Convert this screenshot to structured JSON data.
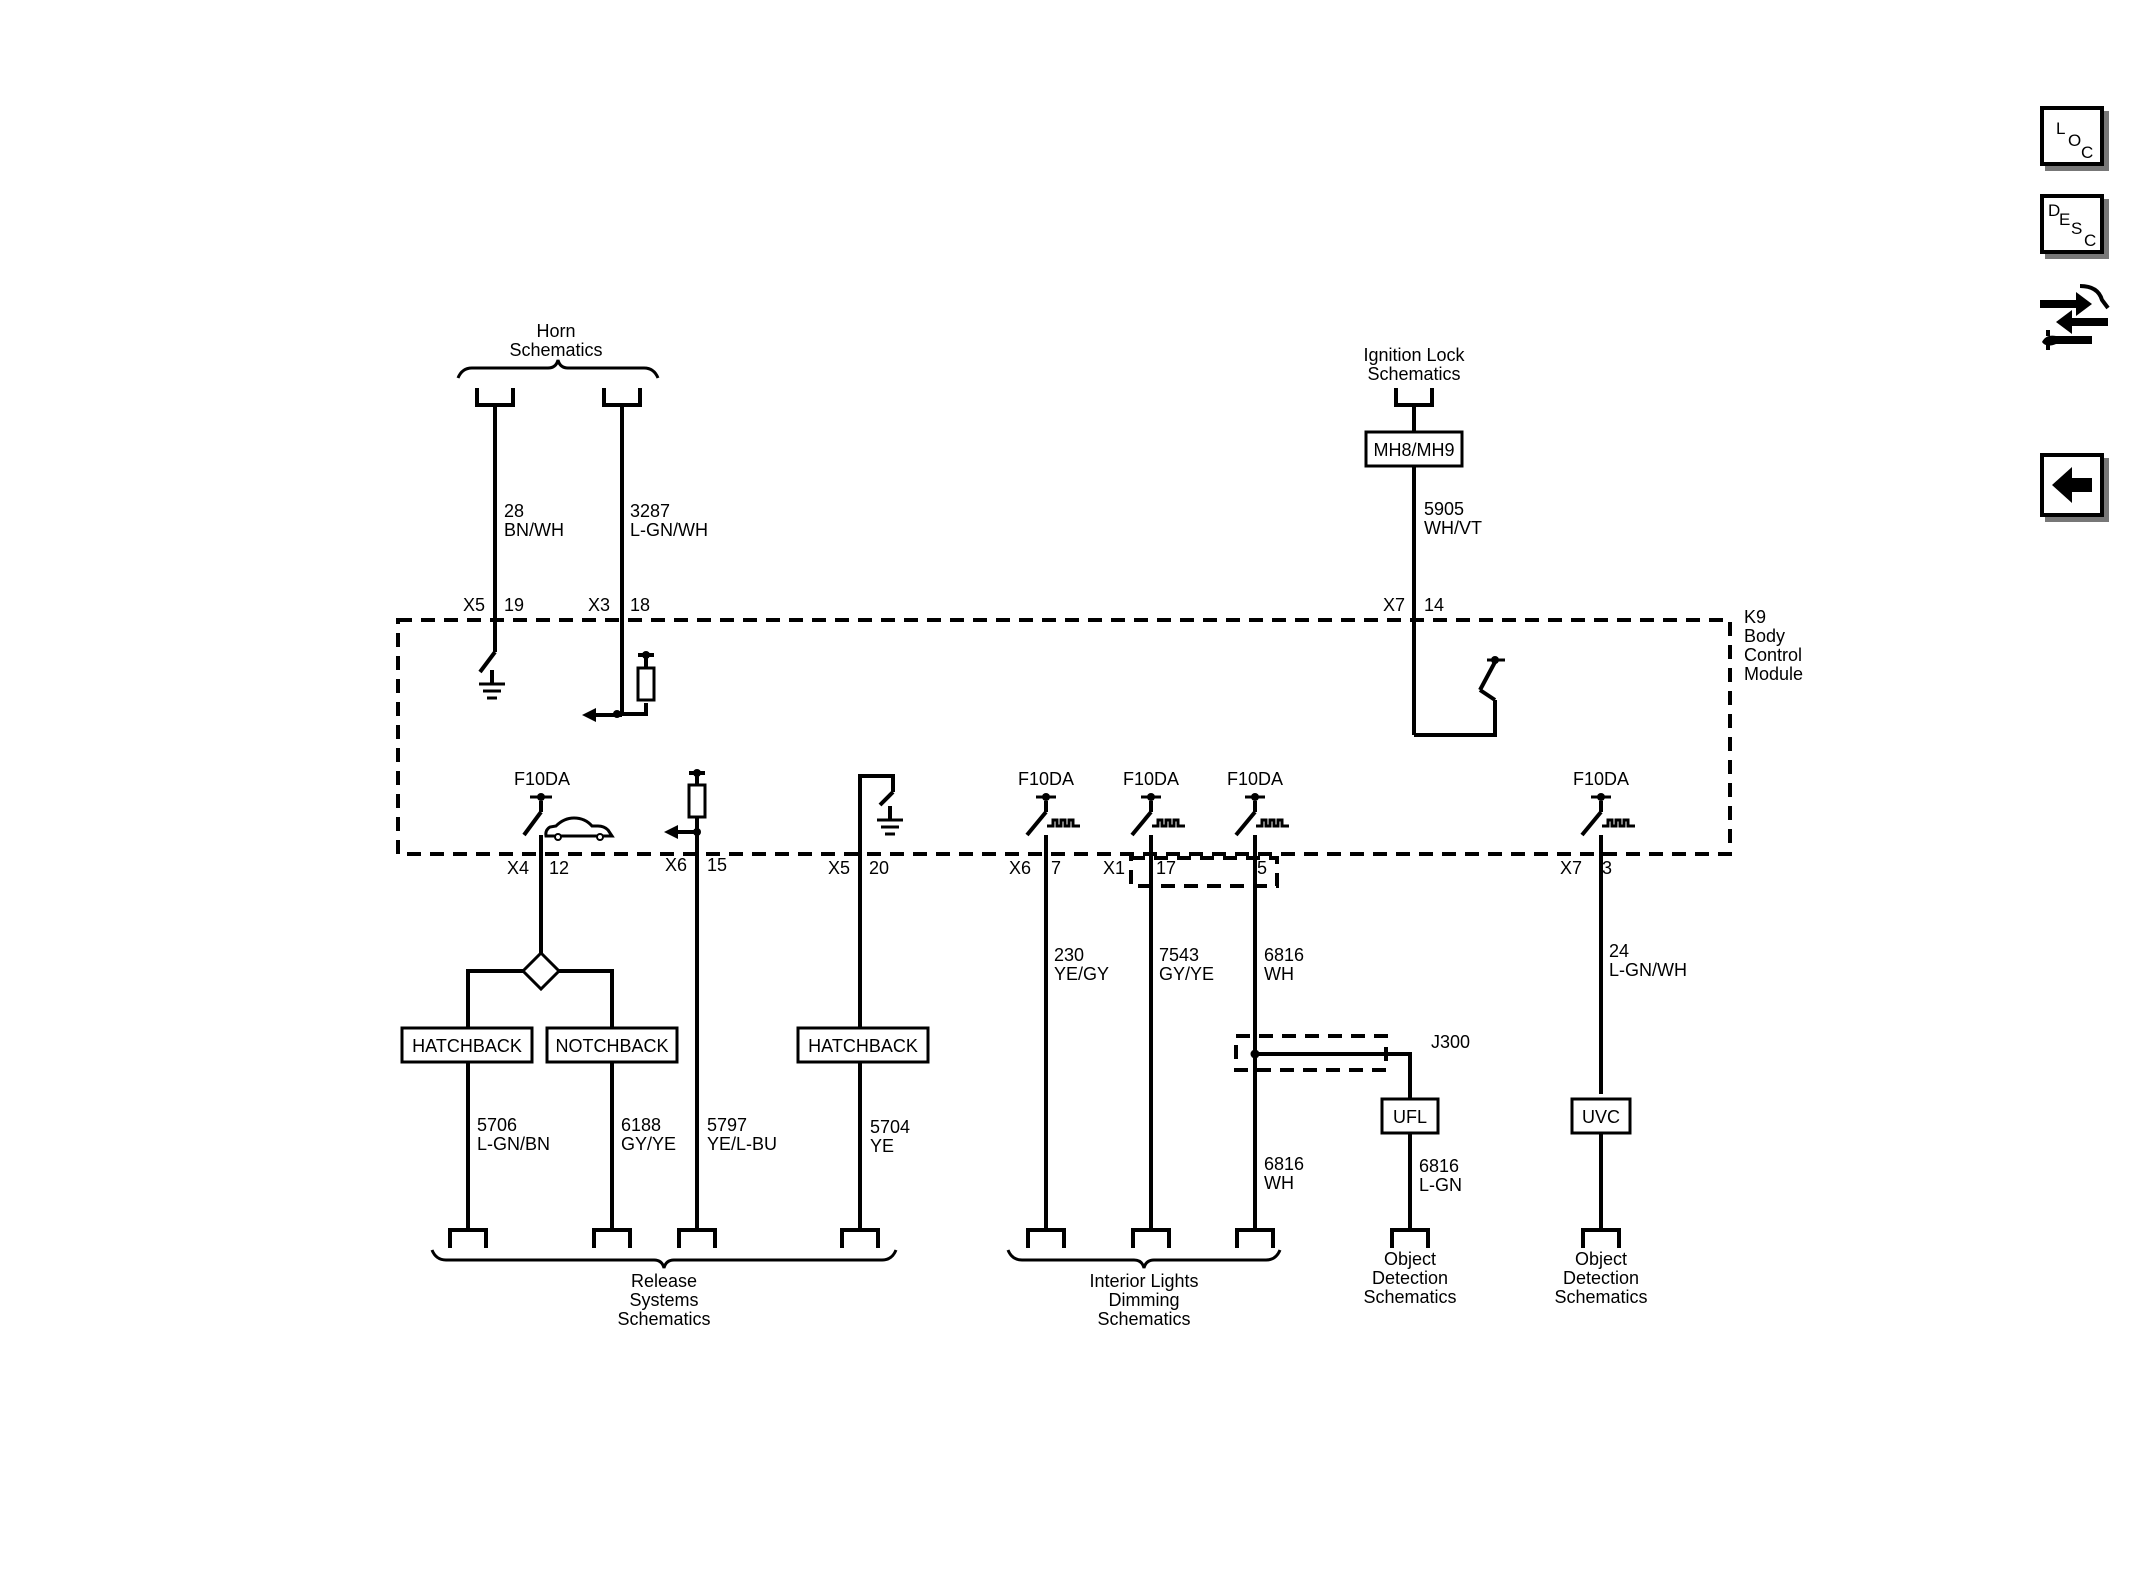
{
  "title_labels": {
    "horn": [
      "Horn",
      "Schematics"
    ],
    "ignition": [
      "Ignition Lock",
      "Schematics"
    ],
    "release": [
      "Release",
      "Systems",
      "Schematics"
    ],
    "interior": [
      "Interior Lights",
      "Dimming",
      "Schematics"
    ],
    "object1": [
      "Object",
      "Detection",
      "Schematics"
    ],
    "object2": [
      "Object",
      "Detection",
      "Schematics"
    ]
  },
  "module": {
    "ref": "K9",
    "name": [
      "Body",
      "Control",
      "Module"
    ]
  },
  "connectors": {
    "x5_19": [
      "X5",
      "19"
    ],
    "x3_18": [
      "X3",
      "18"
    ],
    "x7_14": [
      "X7",
      "14"
    ],
    "x4_12": [
      "X4",
      "12"
    ],
    "x6_15": [
      "X6",
      "15"
    ],
    "x5_20": [
      "X5",
      "20"
    ],
    "x6_7": [
      "X6",
      "7"
    ],
    "x1_17": [
      "X1",
      "17"
    ],
    "pin5": "5",
    "x7_3": [
      "X7",
      "3"
    ]
  },
  "drivers": {
    "label": "F10DA"
  },
  "wires": {
    "w28": [
      "28",
      "BN/WH"
    ],
    "w3287": [
      "3287",
      "L-GN/WH"
    ],
    "w5905": [
      "5905",
      "WH/VT"
    ],
    "w230": [
      "230",
      "YE/GY"
    ],
    "w7543": [
      "7543",
      "GY/YE"
    ],
    "w6816a": [
      "6816",
      "WH"
    ],
    "w24": [
      "24",
      "L-GN/WH"
    ],
    "w5706": [
      "5706",
      "L-GN/BN"
    ],
    "w6188": [
      "6188",
      "GY/YE"
    ],
    "w5797": [
      "5797",
      "YE/L-BU"
    ],
    "w5704": [
      "5704",
      "YE"
    ],
    "w6816b": [
      "6816",
      "WH"
    ],
    "w6816c": [
      "6816",
      "L-GN"
    ]
  },
  "option_boxes": {
    "mh8": "MH8/MH9",
    "hatch1": "HATCHBACK",
    "notch": "NOTCHBACK",
    "hatch2": "HATCHBACK",
    "ufl": "UFL",
    "uvc": "UVC"
  },
  "splice": "J300",
  "nav": {
    "loc": [
      "L",
      "O",
      "C"
    ],
    "desc": [
      "D",
      "E",
      "S",
      "C"
    ]
  },
  "icons": {
    "toolbar": [
      "loc-button",
      "desc-button",
      "connector-tool-icon",
      "back-arrow-icon"
    ],
    "diagram": [
      "ground-icon",
      "vehicle-icon",
      "pull-up-resistor-icon",
      "pwm-signal-icon"
    ]
  }
}
